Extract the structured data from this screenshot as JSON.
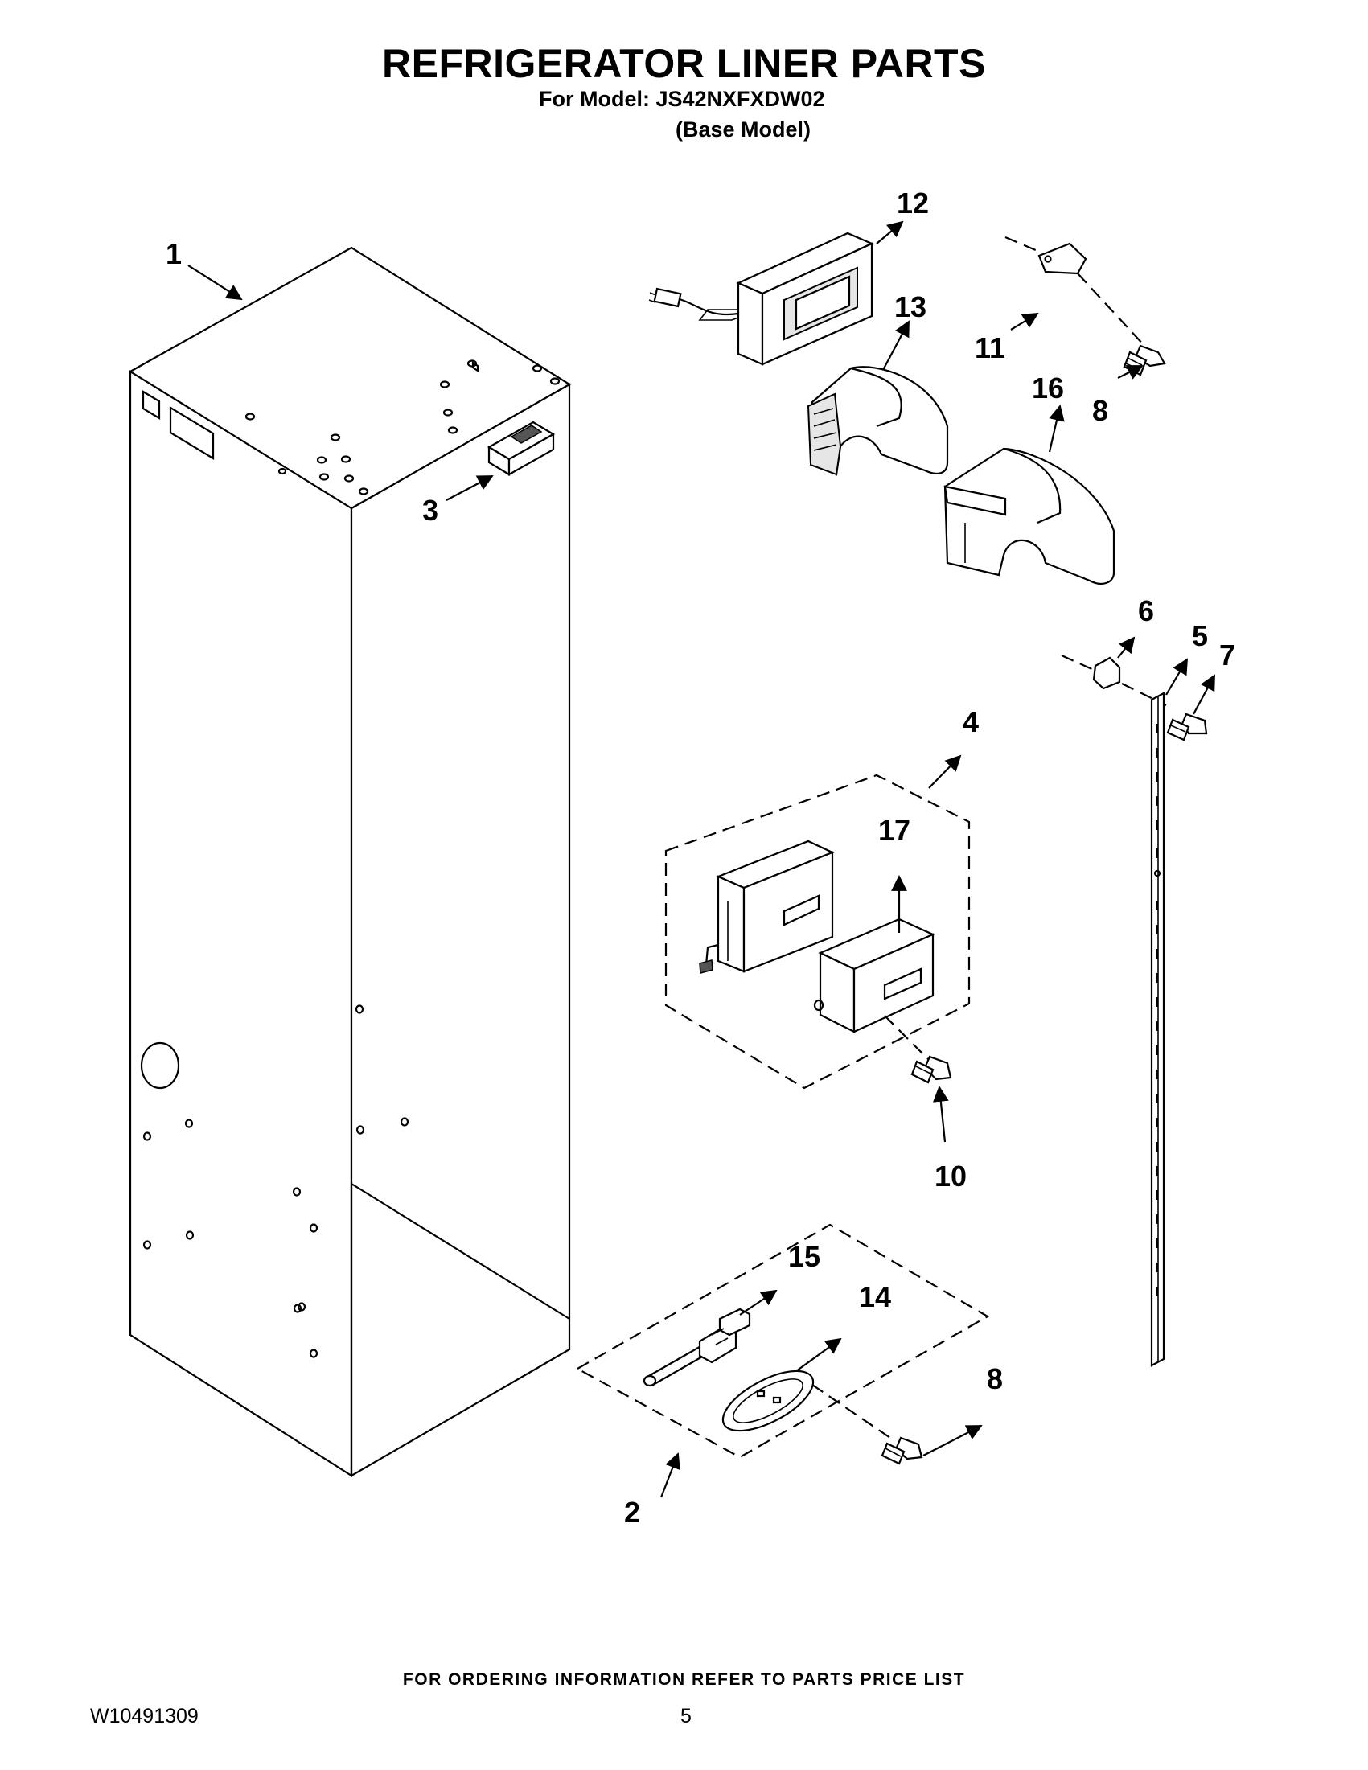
{
  "header": {
    "title": "REFRIGERATOR LINER PARTS",
    "model_line": "For Model: JS42NXFXDW02",
    "base_line": "(Base Model)"
  },
  "callouts": [
    "1",
    "2",
    "3",
    "4",
    "5",
    "6",
    "7",
    "8",
    "8",
    "10",
    "11",
    "12",
    "13",
    "14",
    "15",
    "16",
    "17"
  ],
  "footer": {
    "ordering_note": "FOR ORDERING INFORMATION REFER TO PARTS PRICE LIST",
    "doc_number": "W10491309",
    "page_number": "5"
  }
}
